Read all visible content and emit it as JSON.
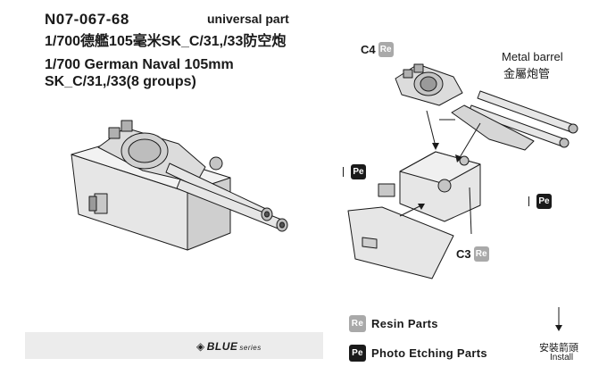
{
  "header": {
    "part_number": "N07-067-68",
    "tag": "universal part",
    "title_cn": "1/700德艦105毫米SK_C/31,/33防空炮",
    "title_en_line1": "1/700 German Naval 105mm",
    "title_en_line2": "SK_C/31,/33(8 groups)"
  },
  "callouts": {
    "c4_code": "C4",
    "c4_badge": "Re",
    "c3_code": "C3",
    "c3_badge": "Re",
    "pe_left_badge": "Pe",
    "pe_right_badge": "Pe",
    "metal_barrel_en": "Metal barrel",
    "metal_barrel_cn": "金屬炮管"
  },
  "legend": {
    "resin_badge": "Re",
    "resin_label": "Resin Parts",
    "pe_badge": "Pe",
    "pe_label": "Photo Etching Parts"
  },
  "install": {
    "label_cn": "安裝箭頭",
    "label_en": "Install"
  },
  "brand": {
    "name": "BLUE",
    "suffix": "series"
  },
  "colors": {
    "resin_badge": "#a9a9a9",
    "pe_badge": "#1a1a1a",
    "part_fill": "#e6e6e6",
    "part_dark": "#9a9a9a",
    "brand_bar": "#ececec"
  }
}
